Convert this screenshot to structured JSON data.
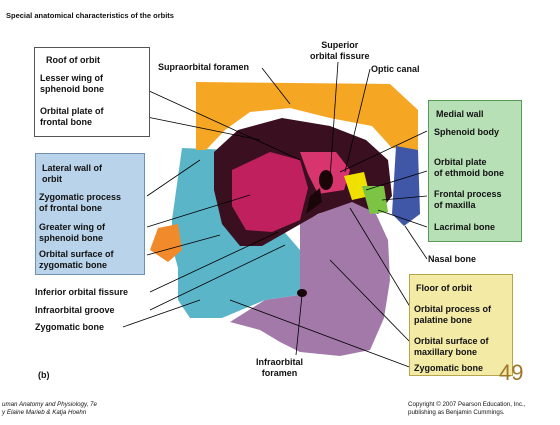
{
  "title": "Special anatomical characteristics of the orbits",
  "panel_label": "(b)",
  "page_number": "49",
  "boxes": {
    "roof": {
      "header": "Roof of orbit",
      "items": [
        "Lesser wing of\nsphenoid bone",
        "Orbital plate of\nfrontal bone"
      ]
    },
    "lateral": {
      "header": "Lateral wall of\norbit",
      "items": [
        "Zygomatic process\nof frontal bone",
        "Greater wing of\nsphenoid bone",
        "Orbital surface of\nzygomatic bone"
      ]
    },
    "medial": {
      "header": "Medial wall",
      "items": [
        "Sphenoid body",
        "Orbital plate\nof ethmoid bone",
        "Frontal process\nof maxilla",
        "Lacrimal bone"
      ]
    },
    "floor": {
      "header": "Floor of orbit",
      "items": [
        "Orbital process of\npalatine bone",
        "Orbital surface of\nmaxillary bone",
        "Zygomatic bone"
      ]
    }
  },
  "free_labels": {
    "supraorbital_foramen": "Supraorbital foramen",
    "superior_orbital_fissure": "Superior\norbital fissure",
    "optic_canal": "Optic canal",
    "nasal_bone": "Nasal bone",
    "inferior_orbital_fissure": "Inferior orbital fissure",
    "infraorbital_groove": "Infraorbital groove",
    "zygomatic_bone": "Zygomatic bone",
    "infraorbital_foramen": "Infraorbital\nforamen"
  },
  "footer": {
    "left": "uman Anatomy and Physiology, 7e\ny Elaine Marieb & Katja Hoehn",
    "right": "Copyright © 2007 Pearson Education, Inc.,\npublishing as Benjamin Cummings."
  },
  "colors": {
    "frontal": "#f5a623",
    "sphenoid": "#c0215e",
    "zygomatic": "#5bb5c8",
    "maxilla": "#a279a9",
    "ethmoid": "#f0e000",
    "lacrimal": "#7cc444",
    "nasal": "#3f57a6",
    "palatine": "#e8508a",
    "orbit_dark": "#3a1020"
  }
}
